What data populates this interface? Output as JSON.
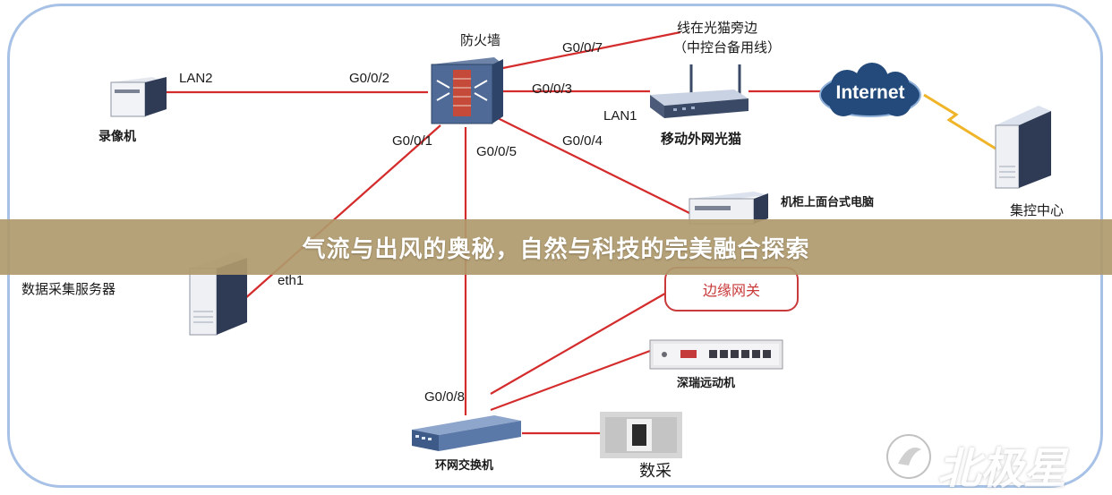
{
  "colors": {
    "link_red": "#d42c2c",
    "frame_blue": "#a7c2e6",
    "title_band": "#b09a6c",
    "cloud_blue": "#234a7a",
    "lightning": "#f0b428"
  },
  "devices": {
    "firewall": "防火墙",
    "recorder": "录像机",
    "modem": "移动外网光猫",
    "control_center": "集控中心",
    "cabinet_pc": "机柜上面台式电脑",
    "data_server": "数据采集服务器",
    "edge_gateway": "边缘网关",
    "shenrui_unit": "深瑞远动机",
    "ring_switch": "环网交换机",
    "data_collect": "数采",
    "internet": "Internet"
  },
  "ports": {
    "lan2": "LAN2",
    "g002": "G0/0/2",
    "g007": "G0/0/7",
    "g003": "G0/0/3",
    "lan1": "LAN1",
    "g001": "G0/0/1",
    "g005": "G0/0/5",
    "g004": "G0/0/4",
    "eth1": "eth1",
    "g008": "G0/0/8"
  },
  "notes": {
    "line_line1": "线在光猫旁边",
    "line_line2": "（中控台备用线）"
  },
  "banner": {
    "title": "气流与出风的奥秘，自然与科技的完美融合探索"
  },
  "watermark": {
    "text": "北极星"
  }
}
